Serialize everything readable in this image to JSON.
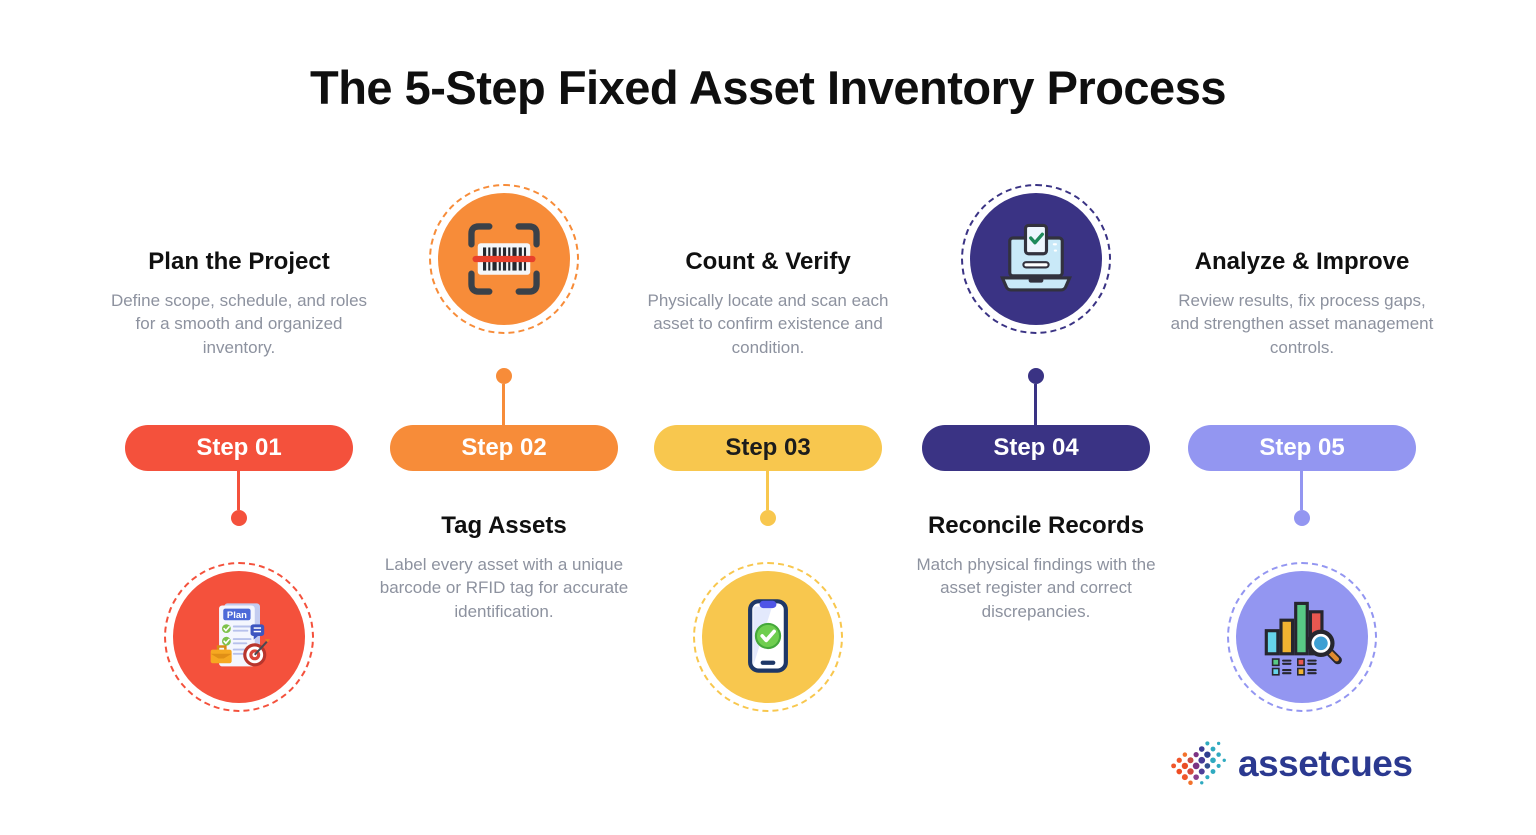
{
  "title": "The 5-Step Fixed Asset Inventory Process",
  "steps": [
    {
      "label": "Step 01",
      "label_color": "#FFFFFF",
      "title": "Plan the Project",
      "description": "Define scope, schedule, and roles for a smooth and organized inventory.",
      "color": "#F4513C",
      "icon": "plan-clipboard-icon",
      "icon_text": "Plan",
      "layout": "text-top-icon-bottom"
    },
    {
      "label": "Step 02",
      "label_color": "#FFFFFF",
      "title": "Tag Assets",
      "description": "Label every asset with a unique barcode or RFID tag for accurate identification.",
      "color": "#F78C39",
      "icon": "barcode-scan-icon",
      "layout": "icon-top-text-bottom"
    },
    {
      "label": "Step 03",
      "label_color": "#1C1C1C",
      "title": "Count & Verify",
      "description": "Physically locate and scan each asset to confirm existence and condition.",
      "color": "#F8C74E",
      "icon": "phone-check-icon",
      "layout": "text-top-icon-bottom"
    },
    {
      "label": "Step 04",
      "label_color": "#FFFFFF",
      "title": "Reconcile Records",
      "description": "Match physical findings with the asset register and correct discrepancies.",
      "color": "#3A3384",
      "icon": "laptop-check-icon",
      "layout": "icon-top-text-bottom"
    },
    {
      "label": "Step 05",
      "label_color": "#FFFFFF",
      "title": "Analyze & Improve",
      "description": "Review results, fix process gaps, and strengthen asset management controls.",
      "color": "#9396F1",
      "icon": "chart-magnifier-icon",
      "layout": "text-top-icon-bottom"
    }
  ],
  "logo": {
    "text": "assetcues",
    "color": "#2B3990",
    "mark_colors": {
      "warm": "#F0562B",
      "purple": "#7C3383",
      "navy": "#3B3A93",
      "teal": "#2FAAC0"
    }
  }
}
